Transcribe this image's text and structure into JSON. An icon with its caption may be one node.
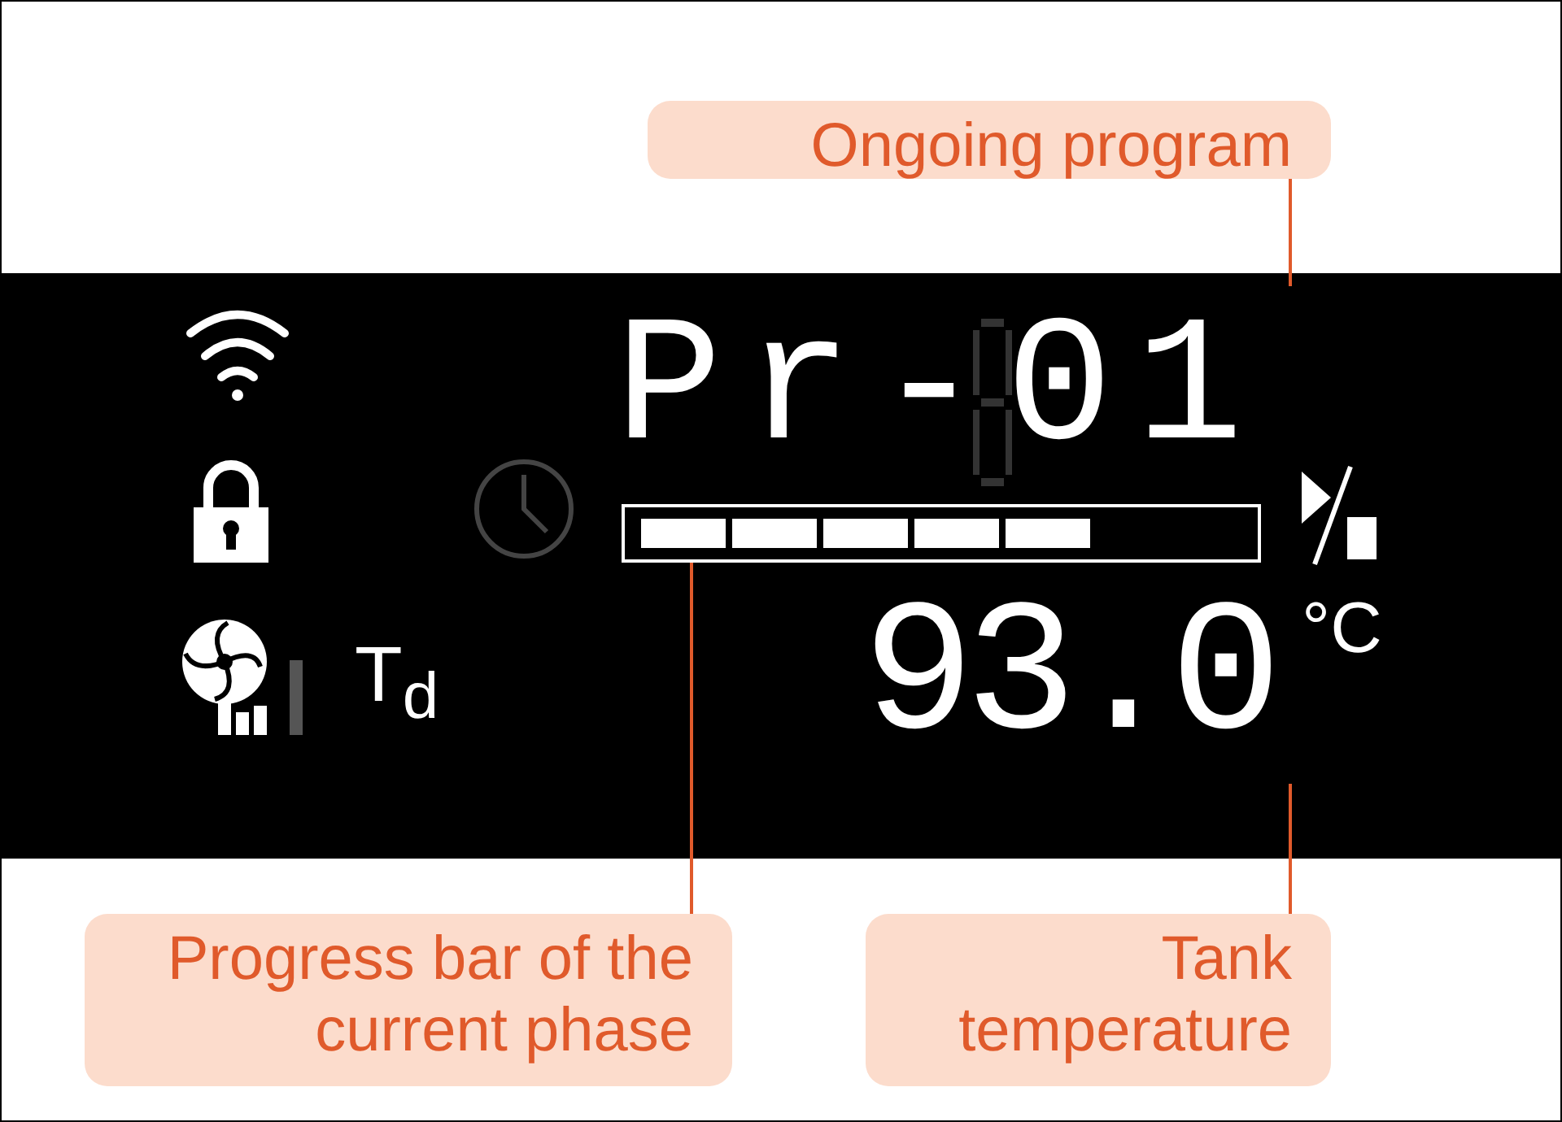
{
  "diagram": {
    "nodes": [
      {
        "text": [
          "Ongoing program"
        ]
      },
      {
        "text": [
          "Pr-01"
        ]
      },
      {
        "text": [],
        "shape": "bar"
      },
      {
        "text": [
          "93.0"
        ]
      },
      {
        "text": [
          "Progress bar of the current phase"
        ]
      },
      {
        "text": [
          "Tank temperature"
        ]
      }
    ],
    "edges": [
      {
        "from": 0,
        "to": 1,
        "arrow": "none"
      },
      {
        "from": 4,
        "to": 2,
        "arrow": "none"
      },
      {
        "from": 5,
        "to": 3,
        "arrow": "none"
      }
    ],
    "labels": [
      "°C",
      "T$_{d}$"
    ]
  }
}
